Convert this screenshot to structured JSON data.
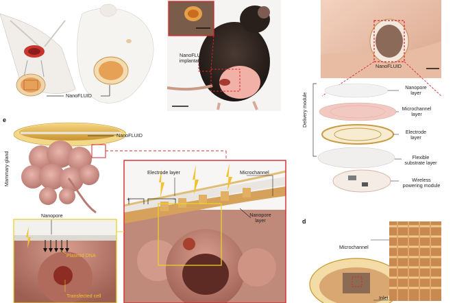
{
  "panel_letters": {
    "e": "e",
    "d": "d"
  },
  "top_left": {
    "nanofluid_label": "NanoFLUID"
  },
  "top_middle": {
    "implant_label_line1": "NanoFLUID",
    "implant_label_line2": "implantation"
  },
  "top_right": {
    "nanofluid_label": "NanoFLUID"
  },
  "exploded": {
    "delivery_module": "Delivery module",
    "layers": [
      {
        "line1": "Nanopore",
        "line2": "layer"
      },
      {
        "line1": "Microchannel",
        "line2": "layer"
      },
      {
        "line1": "Electrode",
        "line2": "layer"
      },
      {
        "line1": "Flexible",
        "line2": "substrate layer"
      },
      {
        "line1": "Wireless",
        "line2": "powering module"
      }
    ]
  },
  "panel_e": {
    "nanofluid_label": "NanoFLUID",
    "mammary_gland": "Mammary gland",
    "electrode_layer": "Electrode layer",
    "microchannel": "Microchannel",
    "nanopore_layer_line1": "Nanopore",
    "nanopore_layer_line2": "layer",
    "nanopore": "Nanopore",
    "plasmid_dna": "Plasmid DNA",
    "transfected_cell": "Transfected cell",
    "plus": "+",
    "minus": "−"
  },
  "panel_d": {
    "microchannel": "Microchannel",
    "inlet": "Inlet"
  },
  "colors": {
    "callout_red": "#d9262b",
    "callout_yellow": "#e8d22a",
    "label_yellow": "#f2c230"
  }
}
